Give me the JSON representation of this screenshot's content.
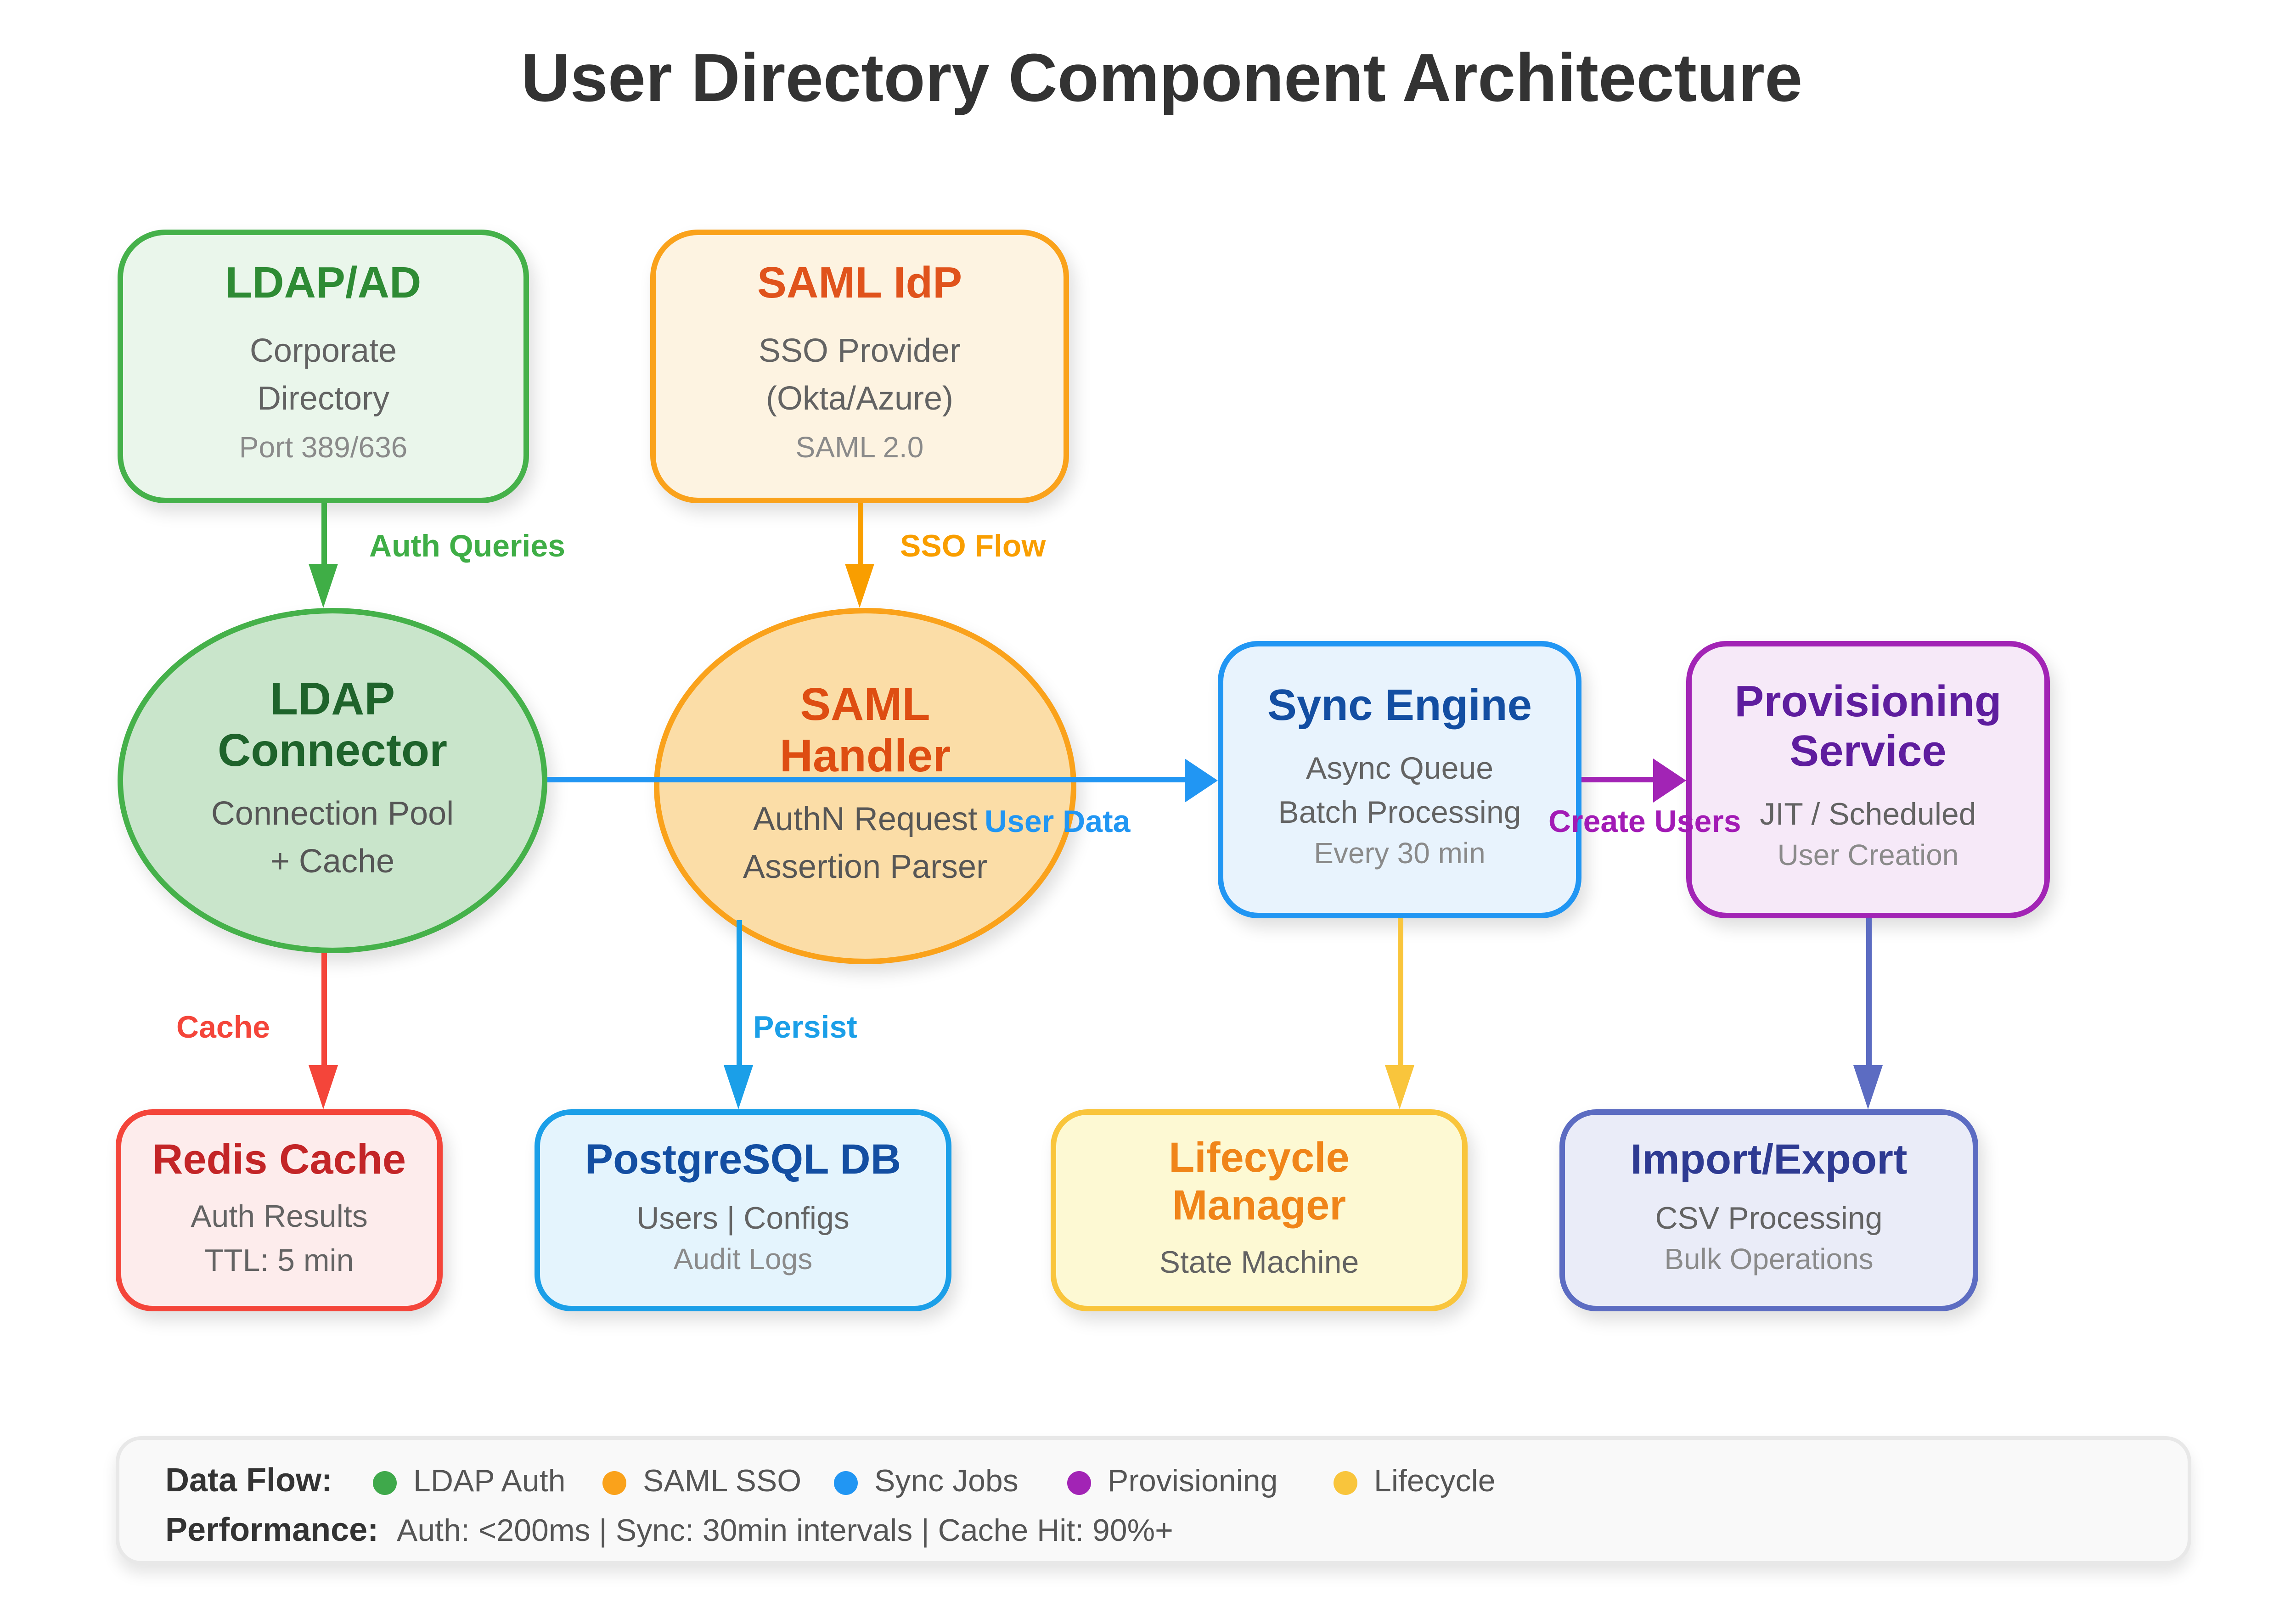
{
  "title": "User Directory Component Architecture",
  "nodes": {
    "ldap_ad": {
      "title": "LDAP/AD",
      "lines": [
        "Corporate",
        "Directory"
      ],
      "small": "Port 389/636"
    },
    "saml_idp": {
      "title": "SAML IdP",
      "lines": [
        "SSO Provider",
        "(Okta/Azure)"
      ],
      "small": "SAML 2.0"
    },
    "ldap_connector": {
      "title_lines": [
        "LDAP",
        "Connector"
      ],
      "lines": [
        "Connection Pool",
        "+ Cache"
      ]
    },
    "saml_handler": {
      "title_lines": [
        "SAML",
        "Handler"
      ],
      "lines": [
        "AuthN Request",
        "Assertion Parser"
      ]
    },
    "sync_engine": {
      "title": "Sync Engine",
      "lines": [
        "Async Queue",
        "Batch Processing"
      ],
      "small": "Every 30 min"
    },
    "provisioning": {
      "title_lines": [
        "Provisioning",
        "Service"
      ],
      "lines": [
        "JIT / Scheduled"
      ],
      "small": "User Creation"
    },
    "redis_cache": {
      "title": "Redis Cache",
      "lines": [
        "Auth Results",
        "TTL: 5 min"
      ]
    },
    "postgresql_db": {
      "title": "PostgreSQL DB",
      "lines": [
        "Users | Configs"
      ],
      "small": "Audit Logs"
    },
    "lifecycle_mgr": {
      "title_lines": [
        "Lifecycle",
        "Manager"
      ],
      "lines": [
        "State Machine"
      ]
    },
    "import_export": {
      "title": "Import/Export",
      "lines": [
        "CSV Processing"
      ],
      "small": "Bulk Operations"
    }
  },
  "edges": {
    "auth_queries": "Auth Queries",
    "sso_flow": "SSO Flow",
    "user_data": "User Data",
    "create_users": "Create Users",
    "cache": "Cache",
    "persist": "Persist"
  },
  "legend": {
    "data_flow_label": "Data Flow:",
    "items": [
      {
        "label": "LDAP Auth",
        "color": "#3fa94b"
      },
      {
        "label": "SAML SSO",
        "color": "#faa21b"
      },
      {
        "label": "Sync Jobs",
        "color": "#2196f3"
      },
      {
        "label": "Provisioning",
        "color": "#a224b5"
      },
      {
        "label": "Lifecycle",
        "color": "#f9c53c"
      }
    ],
    "performance_label": "Performance:",
    "performance_value": "Auth: <200ms | Sync: 30min intervals | Cache Hit: 90%+"
  },
  "colors": {
    "ldap_green": "#45b14a",
    "saml_orange": "#faa21b",
    "sync_blue": "#2196f3",
    "provisioning_purple": "#a224b5",
    "redis_red": "#f4453a",
    "postgres_cyan": "#1b9fe8",
    "lifecycle_yellow": "#f9c53c",
    "import_indigo": "#5c6cc2",
    "title_text": "#333333",
    "body_text": "#636363"
  }
}
